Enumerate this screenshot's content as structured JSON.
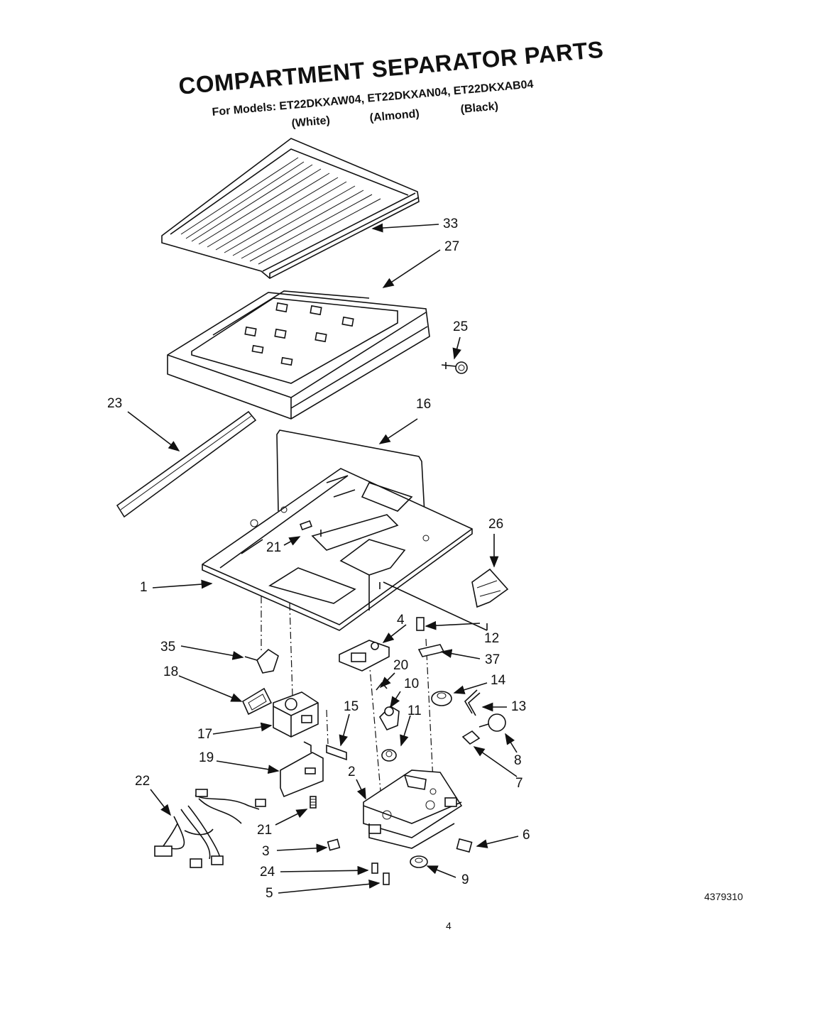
{
  "header": {
    "title": "COMPARTMENT SEPARATOR PARTS",
    "models_line": "For Models: ET22DKXAW04, ET22DKXAN04, ET22DKXAB04",
    "colors": {
      "white": "(White)",
      "almond": "(Almond)",
      "black": "(Black)"
    }
  },
  "callouts": {
    "c1": "1",
    "c2": "2",
    "c3": "3",
    "c4": "4",
    "c5": "5",
    "c6": "6",
    "c7": "7",
    "c8": "8",
    "c9": "9",
    "c10": "10",
    "c11": "11",
    "c12": "12",
    "c13": "13",
    "c14": "14",
    "c15": "15",
    "c16": "16",
    "c17": "17",
    "c18": "18",
    "c19": "19",
    "c20": "20",
    "c21a": "21",
    "c21b": "21",
    "c22": "22",
    "c23": "23",
    "c24": "24",
    "c25": "25",
    "c26": "26",
    "c27": "27",
    "c33": "33",
    "c35": "35",
    "c37": "37"
  },
  "footer": {
    "doc_number": "4379310",
    "page_number": "4"
  }
}
